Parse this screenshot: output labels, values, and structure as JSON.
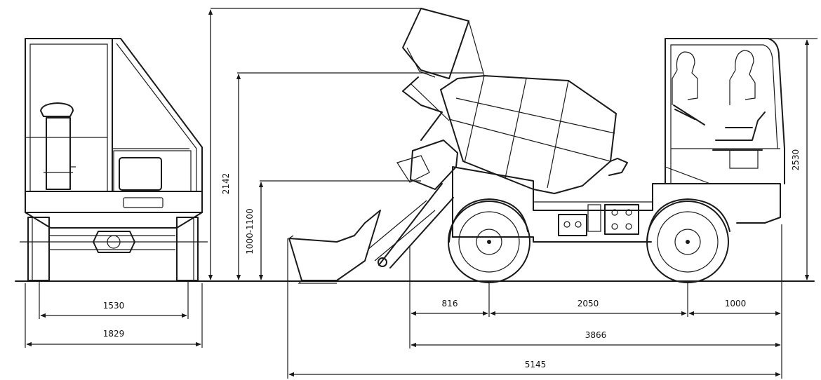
{
  "dimensions": {
    "track_width": "1530",
    "overall_width": "1829",
    "overall_height": "2142",
    "loading_height": "1000-1100",
    "cab_height": "2530",
    "front_overhang": "816",
    "wheelbase": "2050",
    "rear_overhang": "1000",
    "body_length": "3866",
    "overall_length": "5145"
  }
}
